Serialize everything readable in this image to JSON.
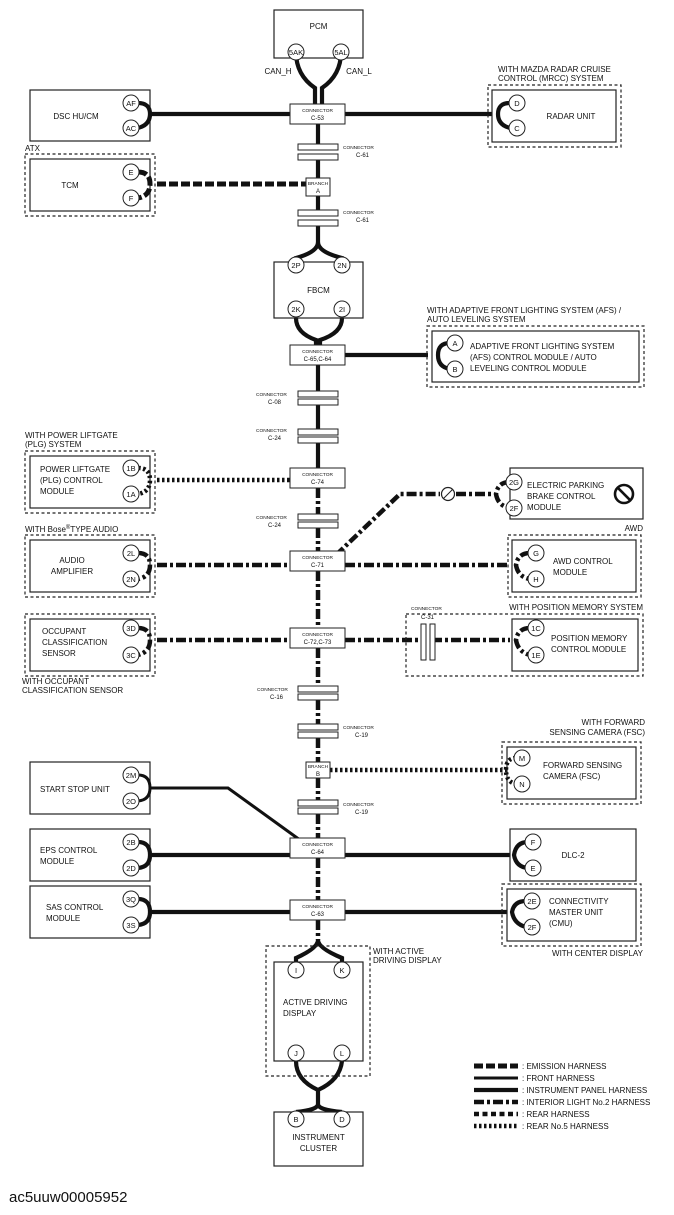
{
  "image_id": "ac5uuw00005952",
  "components": {
    "pcm": "PCM",
    "dsc": "DSC HU/CM",
    "radar": "RADAR UNIT",
    "tcm": "TCM",
    "fbcm": "FBCM",
    "afs": [
      "ADAPTIVE FRONT LIGHTING SYSTEM",
      "(AFS) CONTROL MODULE / AUTO",
      "LEVELING CONTROL MODULE"
    ],
    "plg": [
      "POWER LIFTGATE",
      "(PLG) CONTROL",
      "MODULE"
    ],
    "epb": [
      "ELECTRIC PARKING",
      "BRAKE CONTROL",
      "MODULE"
    ],
    "audio": [
      "AUDIO",
      "AMPLIFIER"
    ],
    "awd": [
      "AWD CONTROL",
      "MODULE"
    ],
    "occ": [
      "OCCUPANT",
      "CLASSIFICATION",
      "SENSOR"
    ],
    "posmem": [
      "POSITION MEMORY",
      "CONTROL MODULE"
    ],
    "fsc": [
      "FORWARD SENSING",
      "CAMERA (FSC)"
    ],
    "startstop": "START STOP UNIT",
    "eps": [
      "EPS CONTROL",
      "MODULE"
    ],
    "dlc": "DLC-2",
    "sas": [
      "SAS CONTROL",
      "MODULE"
    ],
    "cmu": [
      "CONNECTIVITY",
      "MASTER UNIT",
      "(CMU)"
    ],
    "add": [
      "ACTIVE DRIVING",
      "DISPLAY"
    ],
    "ic": [
      "INSTRUMENT",
      "CLUSTER"
    ]
  },
  "conditions": {
    "mrcc": [
      "WITH MAZDA RADAR CRUISE",
      "CONTROL (MRCC) SYSTEM"
    ],
    "atx": "ATX",
    "afs": [
      "WITH ADAPTIVE FRONT LIGHTING SYSTEM (AFS) /",
      "AUTO LEVELING SYSTEM"
    ],
    "plg": [
      "WITH POWER LIFTGATE",
      "(PLG) SYSTEM"
    ],
    "bose": [
      "WITH Bose",
      "®",
      "TYPE AUDIO"
    ],
    "awd": "AWD",
    "posmem": "WITH POSITION MEMORY SYSTEM",
    "occ": [
      "WITH OCCUPANT",
      "CLASSIFICATION SENSOR"
    ],
    "fsc": [
      "WITH FORWARD",
      "SENSING CAMERA (FSC)"
    ],
    "center": "WITH CENTER DISPLAY",
    "add": [
      "WITH ACTIVE",
      "DRIVING DISPLAY"
    ]
  },
  "can_labels": [
    "CAN_H",
    "CAN_L"
  ],
  "connector_word": "CONNECTOR",
  "branch_word": "BRANCH",
  "connectors": {
    "c53": "C-53",
    "c61a": "C-61",
    "c61b": "C-61",
    "c65": "C-65,C-64",
    "c08": "C-08",
    "c24a": "C-24",
    "c74": "C-74",
    "c24b": "C-24",
    "c71": "C-71",
    "c72": "C-72,C-73",
    "c31": "C-31",
    "c16": "C-16",
    "c19a": "C-19",
    "c19b": "C-19",
    "c64": "C-64",
    "c63": "C-63"
  },
  "branches": [
    "A",
    "B"
  ],
  "pins": {
    "pcm": [
      "5AK",
      "5AL"
    ],
    "dsc": [
      "AF",
      "AC"
    ],
    "radar": [
      "D",
      "C"
    ],
    "tcm": [
      "E",
      "F"
    ],
    "fbcm": [
      "2P",
      "2N",
      "2K",
      "2I"
    ],
    "afs": [
      "A",
      "B"
    ],
    "plg": [
      "1B",
      "1A"
    ],
    "epb": [
      "2G",
      "2F"
    ],
    "audio": [
      "2L",
      "2N"
    ],
    "awd": [
      "G",
      "H"
    ],
    "occ": [
      "3D",
      "3C"
    ],
    "posmem": [
      "1C",
      "1E"
    ],
    "fsc": [
      "M",
      "N"
    ],
    "startstop": [
      "2M",
      "2O"
    ],
    "eps": [
      "2B",
      "2D"
    ],
    "dlc": [
      "F",
      "E"
    ],
    "sas": [
      "3Q",
      "3S"
    ],
    "cmu": [
      "2E",
      "2F"
    ],
    "add": [
      "I",
      "K",
      "J",
      "L"
    ],
    "ic": [
      "B",
      "D"
    ]
  },
  "legend": [
    ": EMISSION HARNESS",
    ": FRONT HARNESS",
    ": INSTRUMENT PANEL HARNESS",
    ": INTERIOR LIGHT No.2 HARNESS",
    ": REAR HARNESS",
    ": REAR No.5 HARNESS"
  ]
}
